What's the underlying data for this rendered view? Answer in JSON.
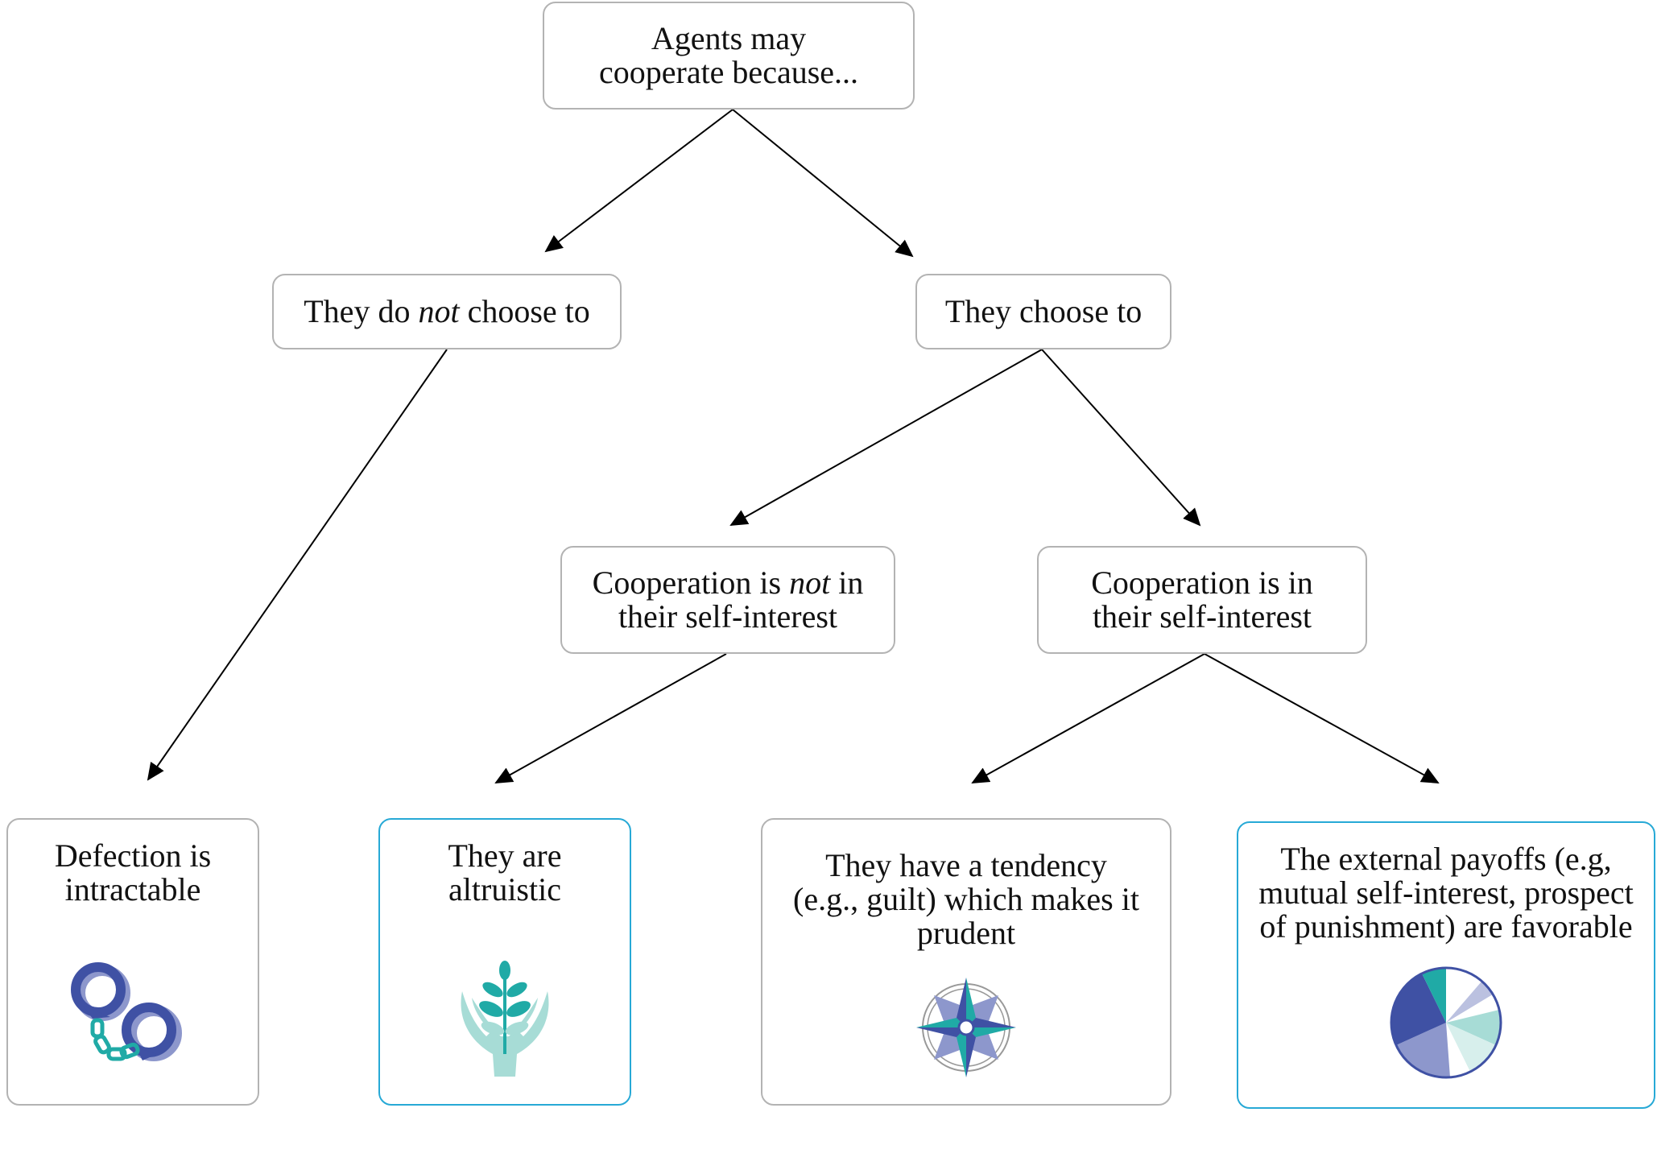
{
  "nodes": {
    "root": {
      "text": "Agents may cooperate because..."
    },
    "not_choose": {
      "prefix": "They do ",
      "emph": "not",
      "suffix": " choose to"
    },
    "choose": {
      "text": "They choose to"
    },
    "not_self_interest": {
      "prefix": "Cooperation is ",
      "emph": "not",
      "suffix": " in their self-interest"
    },
    "self_interest": {
      "text": "Cooperation is in their self-interest"
    },
    "intractable": {
      "text": "Defection is intractable",
      "icon": "handcuffs-icon"
    },
    "altruistic": {
      "text": "They are altruistic",
      "icon": "plant-in-hands-icon"
    },
    "tendency": {
      "text": "They have a tendency (e.g., guilt) which makes it prudent",
      "icon": "compass-icon"
    },
    "payoffs": {
      "text": "The external payoffs (e.g, mutual self-interest, prospect of punishment) are favorable",
      "icon": "pie-chart-icon"
    }
  },
  "colors": {
    "box_border": "#b3b3b3",
    "highlight_border": "#27a9d6",
    "icon_blue": "#3f51a4",
    "icon_teal": "#20aaa6",
    "icon_light_teal": "#a7dcd6",
    "icon_lavender": "#8d97cc"
  }
}
